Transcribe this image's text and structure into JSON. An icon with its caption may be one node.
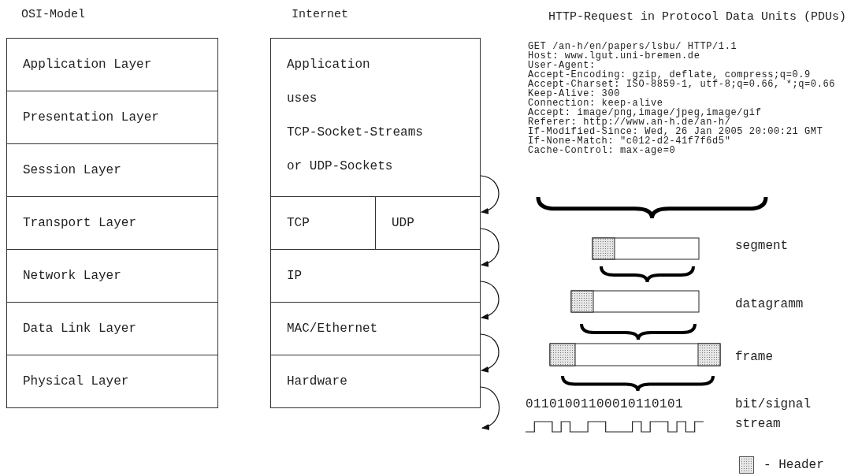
{
  "diagram": {
    "nodes": [
      {
        "text": [
          "Application Layer"
        ]
      },
      {
        "text": [
          "Presentation Layer"
        ]
      },
      {
        "text": [
          "Session Layer"
        ]
      },
      {
        "text": [
          "Transport Layer"
        ]
      },
      {
        "text": [
          "Network Layer"
        ]
      },
      {
        "text": [
          "Data Link Layer"
        ]
      },
      {
        "text": [
          "Physical Layer"
        ]
      },
      {
        "text": [
          "Application",
          "uses",
          "TCP-Socket-Streams",
          "or UDP-Sockets"
        ]
      },
      {
        "text": [
          "TCP"
        ]
      },
      {
        "text": [
          "UDP"
        ]
      },
      {
        "text": [
          "IP"
        ]
      },
      {
        "text": [
          "MAC/Ethernet"
        ]
      },
      {
        "text": [
          "Hardware"
        ]
      }
    ],
    "edges": [
      {
        "from": 7,
        "to": 9,
        "arrow": "to"
      },
      {
        "from": 9,
        "to": 10,
        "arrow": "to"
      },
      {
        "from": 10,
        "to": 11,
        "arrow": "to"
      },
      {
        "from": 11,
        "to": 12,
        "arrow": "to"
      },
      {
        "from": 12,
        "to": null,
        "arrow": "to"
      }
    ],
    "labels": [
      "OSI-Model",
      "Internet",
      "HTTP-Request in Protocol Data Units (PDUs)",
      "GET /an-h/en/papers/lsbu/ HTTP/1.1",
      "Host: www.lgut.uni-bremen.de",
      "User-Agent:",
      "Accept-Encoding: gzip, deflate, compress;q=0.9",
      "Accept-Charset: ISO-8859-1, utf-8;q=0.66, *;q=0.66",
      "Keep-Alive: 300",
      "Connection: keep-alive",
      "Accept: image/png,image/jpeg,image/gif",
      "Referer: http://www.an-h.de/an-h/",
      "If-Modified-Since: Wed, 26 Jan 2005 20:00:21 GMT",
      "If-None-Match: \"c012-d2-41f7f6d5\"",
      "Cache-Control: max-age=0",
      "segment",
      "datagramm",
      "frame",
      "01101001100010110101",
      "bit/signal stream"
    ],
    "legend": [
      {
        "text": "- Header"
      }
    ]
  }
}
